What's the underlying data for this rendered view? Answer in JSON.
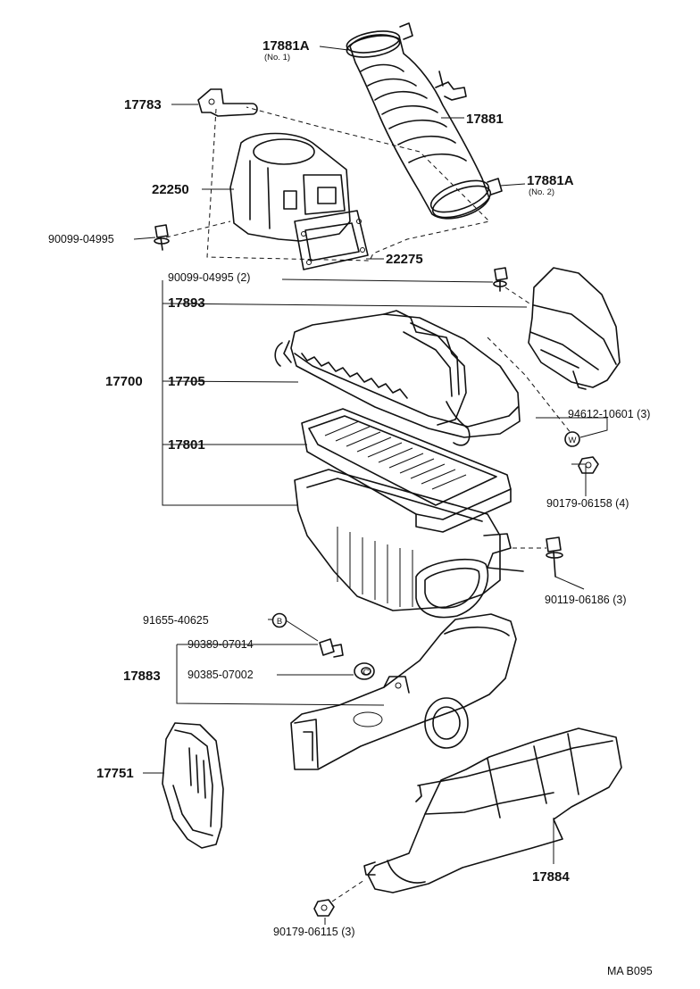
{
  "labels": {
    "p17881A_1": "17881A",
    "p17881A_1_note": "(No. 1)",
    "p17783": "17783",
    "p17881": "17881",
    "p22250": "22250",
    "p17881A_2": "17881A",
    "p17881A_2_note": "(No. 2)",
    "p90099_04995": "90099-04995",
    "p22275": "22275",
    "p90099_04995_2": "90099-04995 (2)",
    "p17893": "17893",
    "p17700": "17700",
    "p17705": "17705",
    "p94612": "94612-10601 (3)",
    "p17801": "17801",
    "p90179_06158": "90179-06158 (4)",
    "p90119_06186": "90119-06186 (3)",
    "p91655": "91655-40625",
    "p90389": "90389-07014",
    "p17883": "17883",
    "p90385": "90385-07002",
    "p17751": "17751",
    "p17884": "17884",
    "p90179_06115": "90179-06115 (3)",
    "code": "MA  B095"
  },
  "symbols": {
    "b": "B",
    "c": "C",
    "w": "W"
  }
}
